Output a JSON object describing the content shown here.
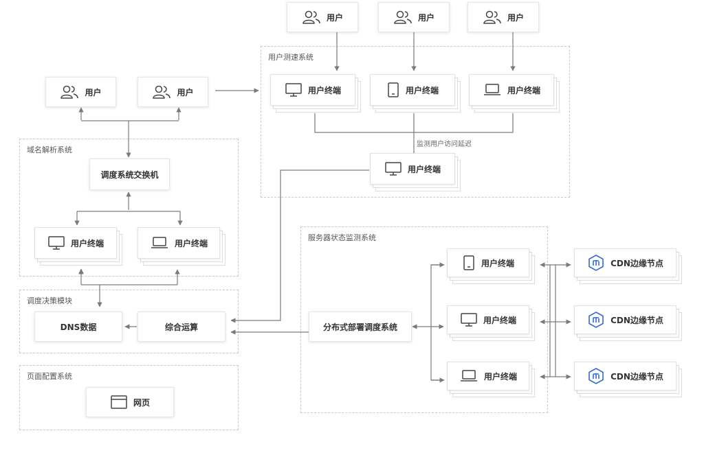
{
  "colors": {
    "line": "#7a7a7a",
    "cdn_icon": "#2f6bd6",
    "region_border": "#c8c8c8"
  },
  "regions": {
    "speed_test": "用户测速系统",
    "dns_resolution": "域名解析系统",
    "dispatch_decision": "调度决策模块",
    "page_config": "页面配置系统",
    "server_monitor": "服务器状态监测系统"
  },
  "nodes": {
    "user": "用户",
    "terminal": "用户终端",
    "switch": "调度系统交换机",
    "dns_data": "DNS数据",
    "compute": "综合运算",
    "distributed": "分布式部署调度系统",
    "cdn": "CDN边缘节点",
    "webpage": "网页"
  },
  "edge_labels": {
    "monitor_latency": "监测用户访问延迟"
  },
  "icons": [
    "user-icon",
    "monitor-icon",
    "tablet-icon",
    "laptop-icon",
    "cdn-icon",
    "webpage-icon"
  ]
}
